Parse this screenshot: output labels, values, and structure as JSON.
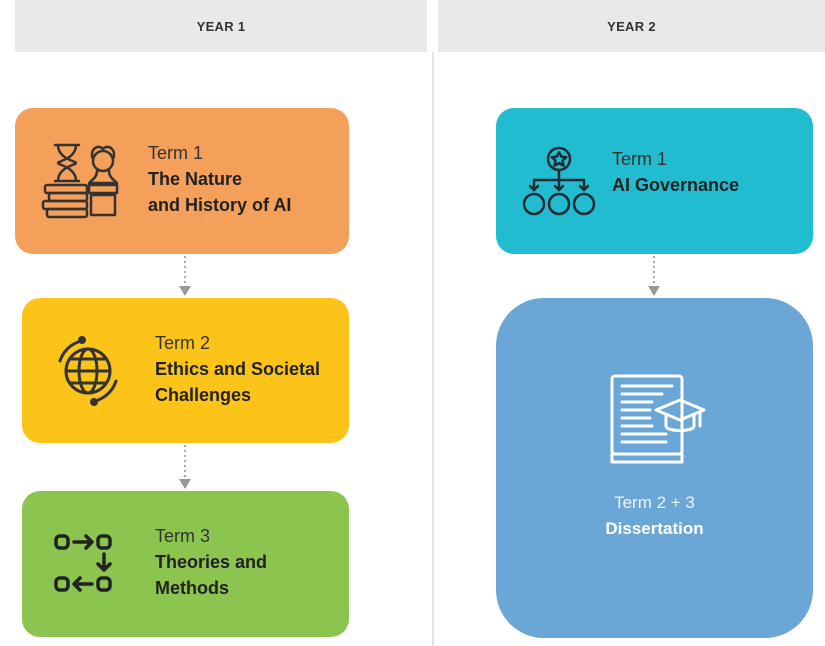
{
  "columns": [
    {
      "header": "YEAR 1"
    },
    {
      "header": "YEAR 2"
    }
  ],
  "cards": {
    "year1_term1": {
      "term": "Term 1",
      "title_line1": "The Nature",
      "title_line2": "and History of AI",
      "color": "#f5a05a",
      "icon": "hourglass-books-bust-icon"
    },
    "year1_term2": {
      "term": "Term 2",
      "title_line1": "Ethics and Societal",
      "title_line2": "Challenges",
      "color": "#fcc419",
      "icon": "globe-icon"
    },
    "year1_term3": {
      "term": "Term 3",
      "title_line1": "Theories and",
      "title_line2": "Methods",
      "color": "#8bc54f",
      "icon": "process-flow-icon"
    },
    "year2_term1": {
      "term": "Term 1",
      "title_line1": "AI Governance",
      "color": "#22bcd0",
      "icon": "hierarchy-star-icon"
    },
    "year2_term23": {
      "term": "Term 2 + 3",
      "title_line1": "Dissertation",
      "color": "#6aa7d6",
      "icon": "book-graduation-cap-icon"
    }
  }
}
